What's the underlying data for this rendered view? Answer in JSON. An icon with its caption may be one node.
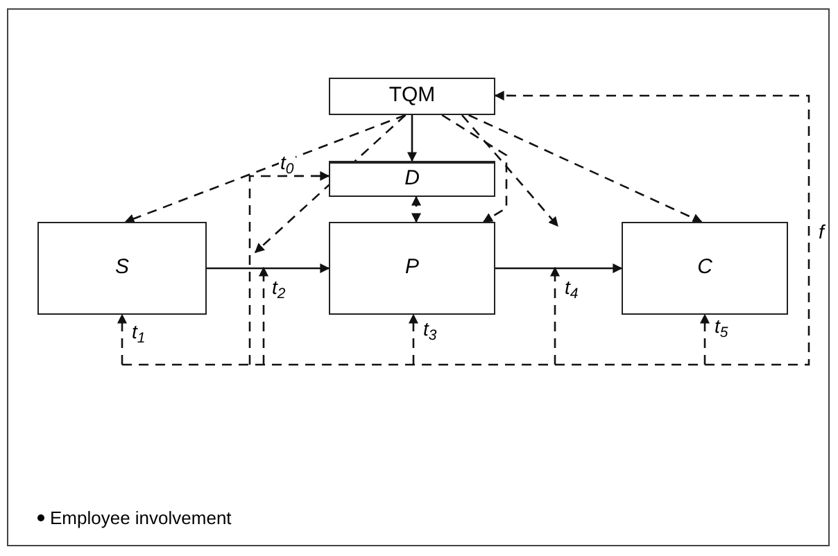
{
  "diagram": {
    "nodes": [
      {
        "text": [
          "TQM"
        ]
      },
      {
        "text": [
          "D"
        ]
      },
      {
        "text": [
          "S"
        ]
      },
      {
        "text": [
          "P"
        ]
      },
      {
        "text": [
          "C"
        ]
      }
    ],
    "edges": [
      {
        "from": 2,
        "to": 3,
        "arrow": "to"
      },
      {
        "from": 3,
        "to": 4,
        "arrow": "to"
      },
      {
        "from": 0,
        "to": 1,
        "arrow": "to"
      },
      {
        "from": 1,
        "to": 3,
        "arrow": "both",
        "style": "dashed"
      },
      {
        "from": 0,
        "to": 2,
        "arrow": "to",
        "style": "dashed"
      },
      {
        "from": 0,
        "to": null,
        "arrow": "to",
        "style": "dashed"
      },
      {
        "from": 0,
        "to": 3,
        "arrow": "to",
        "style": "dashed"
      },
      {
        "from": 0,
        "to": null,
        "arrow": "to",
        "style": "dashed"
      },
      {
        "from": 0,
        "to": 4,
        "arrow": "to",
        "style": "dashed"
      },
      {
        "from": null,
        "to": 1,
        "arrow": "to",
        "style": "dashed",
        "label": "t$_{0}$"
      },
      {
        "from": null,
        "to": 2,
        "arrow": "to",
        "style": "dashed",
        "label": "t$_{1}$"
      },
      {
        "from": null,
        "to": 3,
        "arrow": "to",
        "style": "dashed",
        "label": "t$_{3}$"
      },
      {
        "from": null,
        "to": 4,
        "arrow": "to",
        "style": "dashed",
        "label": "t$_{5}$"
      },
      {
        "from": null,
        "to": 0,
        "arrow": "to",
        "style": "dashed",
        "label": "f"
      }
    ],
    "labels": [
      "t$_{2}$",
      "t$_{4}$",
      "Employee involvement"
    ]
  }
}
